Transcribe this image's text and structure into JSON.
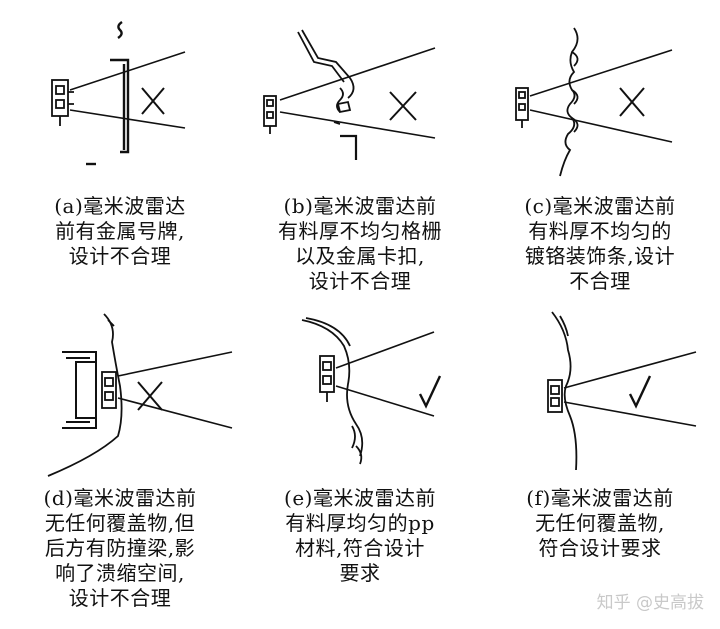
{
  "panels": [
    {
      "id": "a",
      "mark": "cross",
      "caption": [
        "(a)毫米波雷达",
        "前有金属号牌,",
        "设计不合理"
      ]
    },
    {
      "id": "b",
      "mark": "cross",
      "caption": [
        "(b)毫米波雷达前",
        "有料厚不均匀格栅",
        "以及金属卡扣,",
        "设计不合理"
      ]
    },
    {
      "id": "c",
      "mark": "cross",
      "caption": [
        "(c)毫米波雷达前",
        "有料厚不均匀的",
        "镀铬装饰条,设计",
        "不合理"
      ]
    },
    {
      "id": "d",
      "mark": "cross",
      "caption": [
        "(d)毫米波雷达前",
        "无任何覆盖物,但",
        "后方有防撞梁,影",
        "响了溃缩空间,",
        "设计不合理"
      ]
    },
    {
      "id": "e",
      "mark": "check",
      "caption": [
        "(e)毫米波雷达前",
        "有料厚均匀的pp",
        "材料,符合设计",
        "要求"
      ]
    },
    {
      "id": "f",
      "mark": "check",
      "caption": [
        "(f)毫米波雷达前",
        "无任何覆盖物,",
        "符合设计要求"
      ]
    }
  ],
  "watermark": "知乎 @史高拔",
  "colors": {
    "line": "#111111",
    "background": "#ffffff",
    "watermark": "#c9c9c9"
  }
}
